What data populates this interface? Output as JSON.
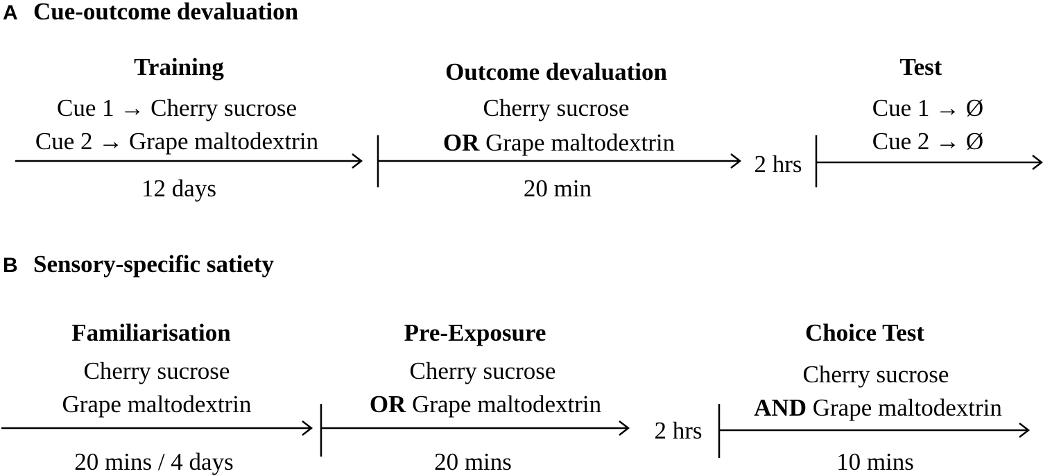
{
  "panel_a": {
    "letter": "A",
    "title": "Cue-outcome devaluation",
    "training": {
      "title": "Training",
      "line1": "Cue 1 → Cherry sucrose",
      "line2": "Cue 2 → Grape maltodextrin",
      "duration": "12 days"
    },
    "devaluation": {
      "title": "Outcome devaluation",
      "line1": "Cherry sucrose",
      "line2_bold": "OR",
      "line2_rest": " Grape maltodextrin",
      "duration": "20 min"
    },
    "delay": "2 hrs",
    "test": {
      "title": "Test",
      "line1": "Cue 1 → Ø",
      "line2": "Cue 2 → Ø"
    }
  },
  "panel_b": {
    "letter": "B",
    "title": "Sensory-specific satiety",
    "familiarisation": {
      "title": "Familiarisation",
      "line1": "Cherry sucrose",
      "line2": "Grape maltodextrin",
      "duration": "20 mins / 4 days"
    },
    "pre_exposure": {
      "title": "Pre-Exposure",
      "line1": "Cherry sucrose",
      "line2_bold": "OR",
      "line2_rest": " Grape maltodextrin",
      "duration": "20 mins"
    },
    "delay": "2 hrs",
    "choice_test": {
      "title": "Choice Test",
      "line1": "Cherry sucrose",
      "line2_bold": "AND",
      "line2_rest": " Grape maltodextrin",
      "duration": "10 mins"
    }
  }
}
